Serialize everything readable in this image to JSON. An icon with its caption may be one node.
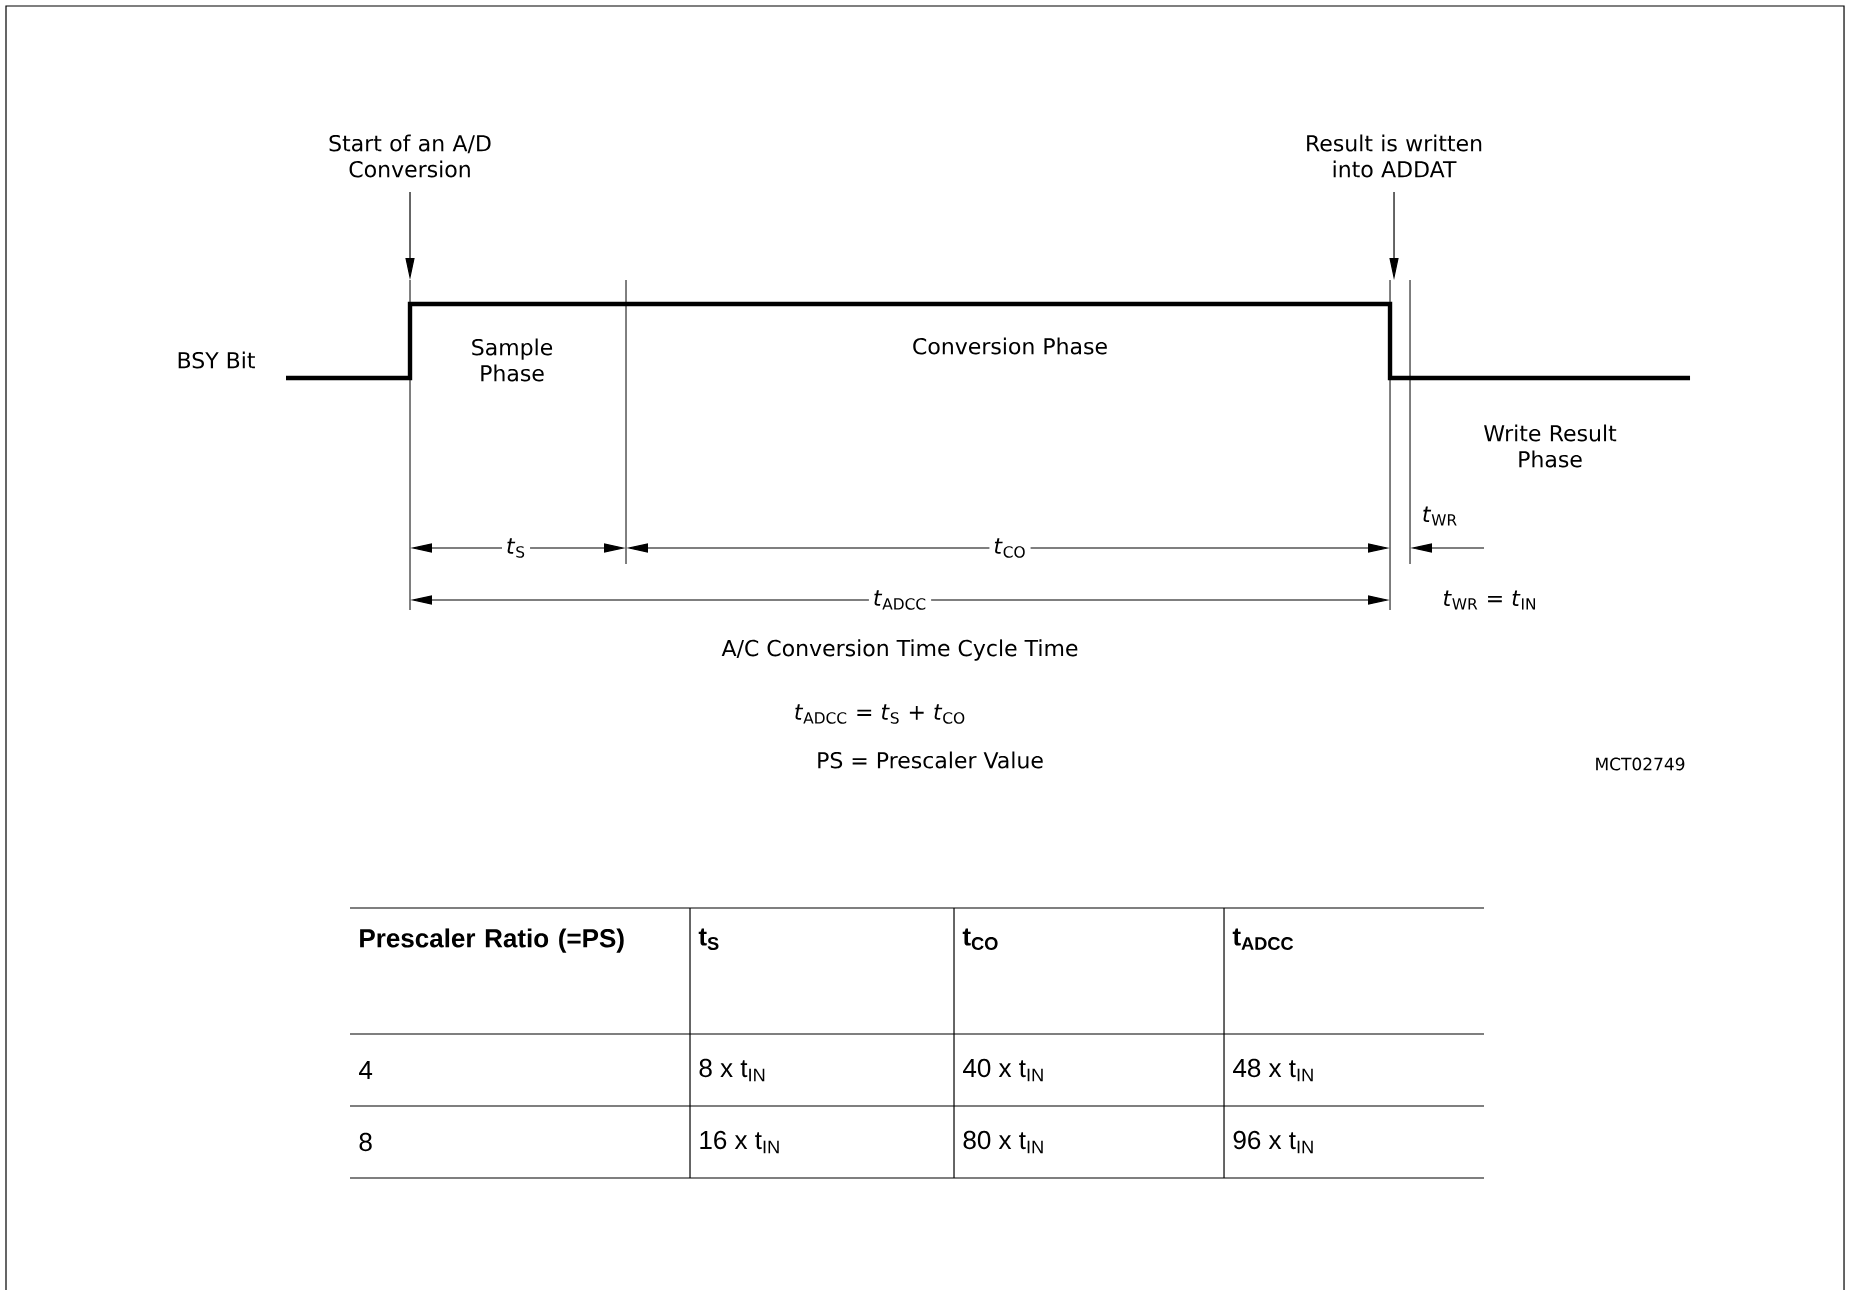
{
  "diagram": {
    "nodes": [
      {
        "text": [
          "Start of an A/D Conversion"
        ]
      },
      {
        "text": [
          "Result is written into ADDAT"
        ]
      }
    ],
    "edges": [
      {
        "from": 0,
        "to": null,
        "arrow": "to"
      },
      {
        "from": 1,
        "to": null,
        "arrow": "to"
      }
    ],
    "labels": [
      "BSY Bit",
      "Sample Phase",
      "Conversion Phase",
      "Write Result Phase",
      "*t*$_{WR}$",
      "*t*$_{S}$",
      "*t*$_{CO}$",
      "*t*$_{ADCC}$",
      "*t*$_{WR}$ = *t*$_{IN}$",
      "A/C Conversion Time Cycle Time",
      "*t*$_{ADCC}$ = *t*$_{S}$ + *t*$_{CO}$",
      "PS = Prescaler Value",
      "MCT02749",
      "Prescaler Ratio (=PS)",
      "t$_{S}$",
      "t$_{CO}$",
      "t$_{ADCC}$",
      "4",
      "8 x t$_{IN}$",
      "40 x t$_{IN}$",
      "48 x t$_{IN}$",
      "8",
      "16 x t$_{IN}$",
      "80 x t$_{IN}$",
      "96 x t$_{IN}$"
    ]
  }
}
